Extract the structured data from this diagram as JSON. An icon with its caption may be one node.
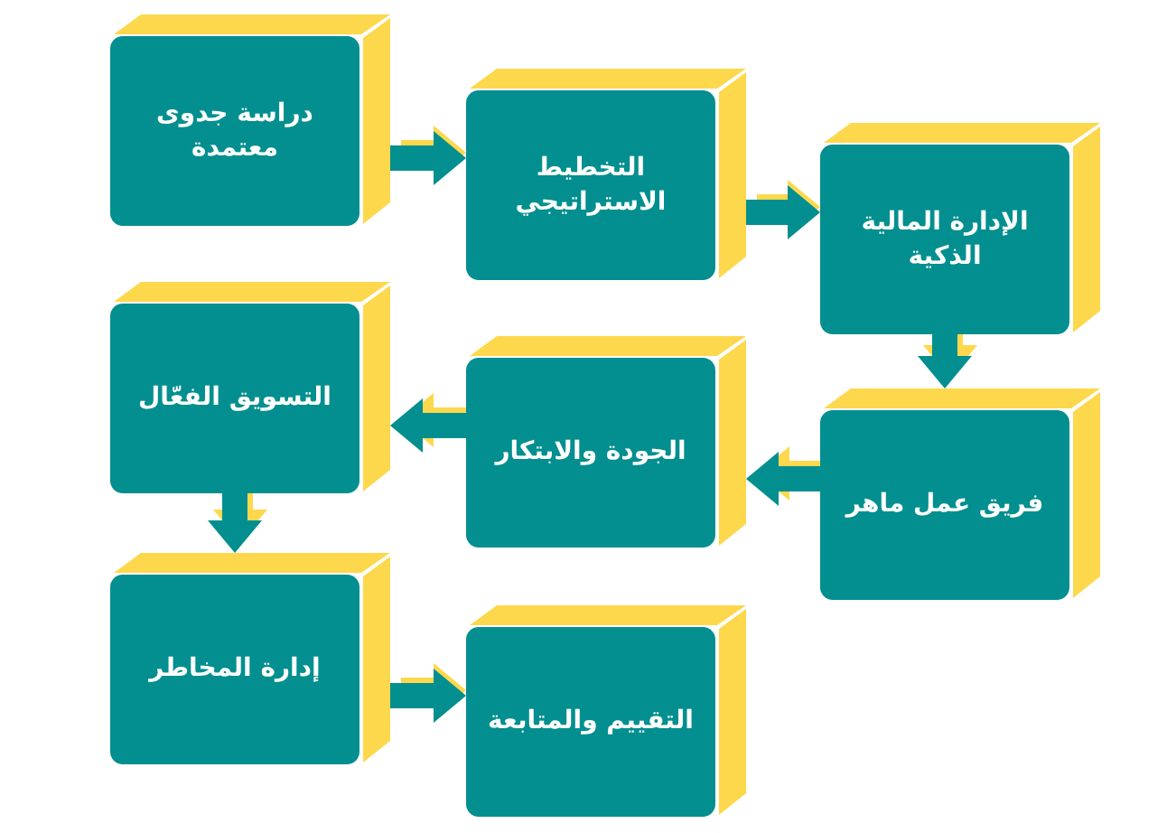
{
  "diagram": {
    "nodes": [
      {
        "text": [
          "دراسة جدوى معتمدة"
        ]
      },
      {
        "text": [
          "التخطيط الاستراتيجي"
        ]
      },
      {
        "text": [
          "الإدارة المالية الذكية"
        ]
      },
      {
        "text": [
          "فريق عمل ماهر"
        ]
      },
      {
        "text": [
          "الجودة والابتكار"
        ]
      },
      {
        "text": [
          "التسويق الفعّال"
        ]
      },
      {
        "text": [
          "إدارة المخاطر"
        ]
      },
      {
        "text": [
          "التقييم والمتابعة"
        ]
      }
    ],
    "edges": [
      {
        "from": 0,
        "to": 1,
        "arrow": "to"
      },
      {
        "from": 1,
        "to": 2,
        "arrow": "to"
      },
      {
        "from": 2,
        "to": 3,
        "arrow": "to"
      },
      {
        "from": 3,
        "to": 4,
        "arrow": "to"
      },
      {
        "from": 4,
        "to": 5,
        "arrow": "to"
      },
      {
        "from": 5,
        "to": 6,
        "arrow": "to"
      },
      {
        "from": 6,
        "to": 7,
        "arrow": "to"
      }
    ]
  }
}
